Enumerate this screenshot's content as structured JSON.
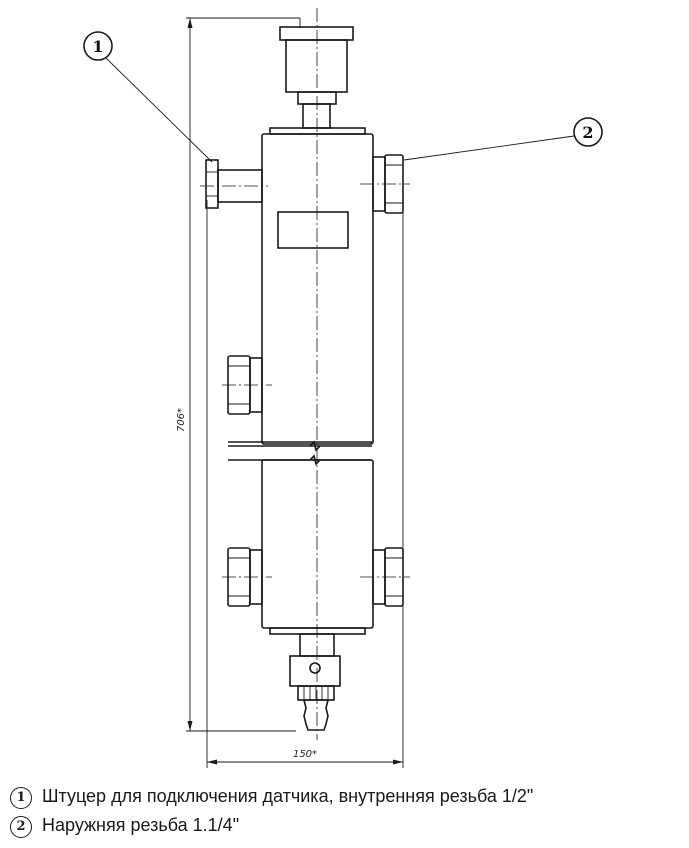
{
  "drawing": {
    "height_dimension": "706*",
    "width_dimension": "150*",
    "callout_1": "1",
    "callout_2": "2"
  },
  "legend": [
    {
      "mark": "1",
      "text": "Штуцер для подключения датчика, внутренняя резьба 1/2\""
    },
    {
      "mark": "2",
      "text": "Наружняя резьба 1.1/4\""
    }
  ]
}
